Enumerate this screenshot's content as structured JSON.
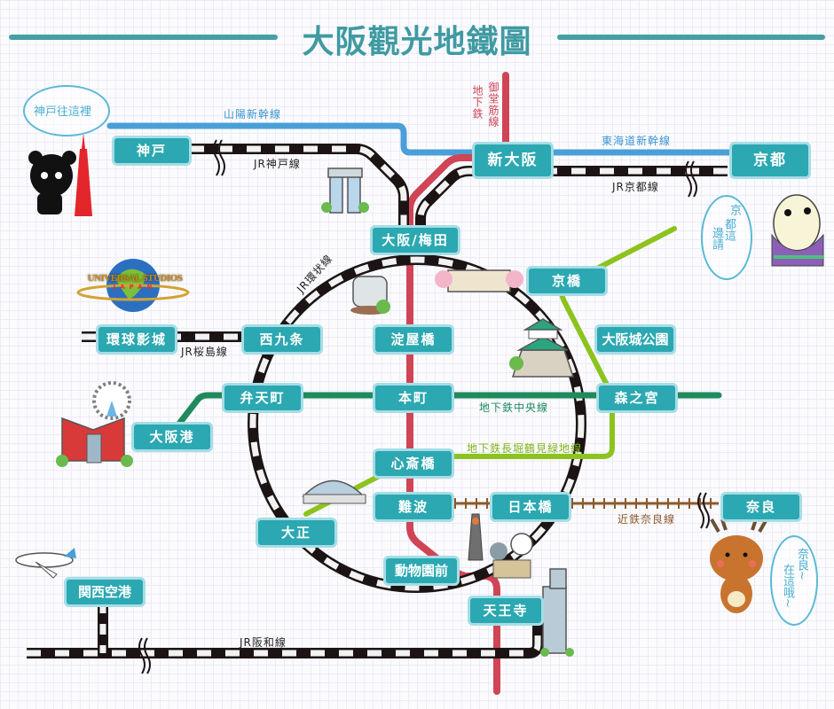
{
  "title": "大阪觀光地鐵圖",
  "colors": {
    "title": "#3f9aa2",
    "station_fill": "#2ba8b1",
    "station_border": "#a6dde6",
    "shinkansen": "#4a9fd8",
    "midosuji": "#d04556",
    "chuo": "#1f8a5c",
    "nagahori": "#8cc31f",
    "kintetsu": "#8b5a2b",
    "jr_dark": "#1c1414",
    "jr_light": "#f2f2f2"
  },
  "lines": {
    "sanyo_shinkansen": "山陽新幹線",
    "tokaido_shinkansen": "東海道新幹線",
    "midosuji": "御堂筋線",
    "midosuji_prefix": "地下鉄",
    "jr_kobe": "JR神戸線",
    "jr_kyoto": "JR京都線",
    "jr_loop": "JR環状線",
    "jr_sakurajima": "JR桜島線",
    "chuo": "地下鉄中央線",
    "nagahori": "地下鉄長堀鶴見緑地線",
    "kintetsu_nara": "近鉄奈良線",
    "jr_hanwa": "JR阪和線"
  },
  "stations": {
    "kobe": "神戸",
    "shin_osaka": "新大阪",
    "kyoto": "京都",
    "osaka_umeda": "大阪/梅田",
    "kyobashi": "京橋",
    "usj": "環球影城",
    "nishikujo": "西九条",
    "yodoyabashi": "淀屋橋",
    "osakajokoen": "大阪城公園",
    "bentencho": "弁天町",
    "honmachi": "本町",
    "morinomiya": "森之宮",
    "osakako": "大阪港",
    "shinsaibashi": "心斎橋",
    "namba": "難波",
    "nipponbashi": "日本橋",
    "nara": "奈良",
    "taisho": "大正",
    "dobutsuenmae": "動物園前",
    "tennoji": "天王寺",
    "kansai_airport": "関西空港"
  },
  "bubbles": {
    "kobe": "神戸往這裡",
    "kyoto_line1": "京",
    "kyoto_line2": "都這",
    "kyoto_line3": "邊請",
    "nara_line1": "奈良~",
    "nara_line2": "在這哦~"
  },
  "logos": {
    "usj_main": "UNIVERSAL STUDIOS",
    "usj_sub": "JAPAN"
  }
}
